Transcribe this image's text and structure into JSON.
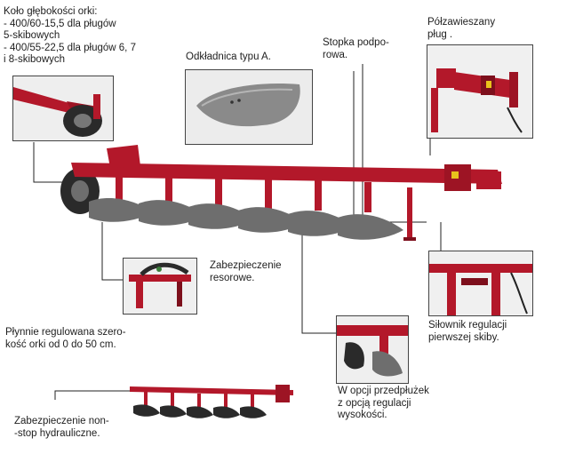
{
  "labels": {
    "wheel": "Koło głębokości orki:\n- 400/60-15,5 dla pługów\n5-skibowych\n- 400/55-22,5 dla pługów 6, 7\ni 8-skibowych",
    "moldboard": "Odkładnica typu A.",
    "support_foot": "Stopka podpo-\nrowa.",
    "semi_mounted": "Półzawieszany\npług .",
    "spring_safety": "Zabezpieczenie\nresorowe.",
    "width_adjust": "Płynnie regulowana szero-\nkość orki od 0 do 50 cm.",
    "cylinder": "Siłownik regulacji\npierwszej skiby.",
    "extension": "W opcji przedpłużek\nz opcją regulacji\nwysokości.",
    "hydraulic_safety": "Zabezpieczenie non-\n-stop hydrauliczne."
  },
  "colors": {
    "frame_red": "#b3182a",
    "dark_red": "#7d0f1c",
    "steel": "#6e6e6e",
    "tyre": "#2a2a2a",
    "line": "#222222"
  }
}
